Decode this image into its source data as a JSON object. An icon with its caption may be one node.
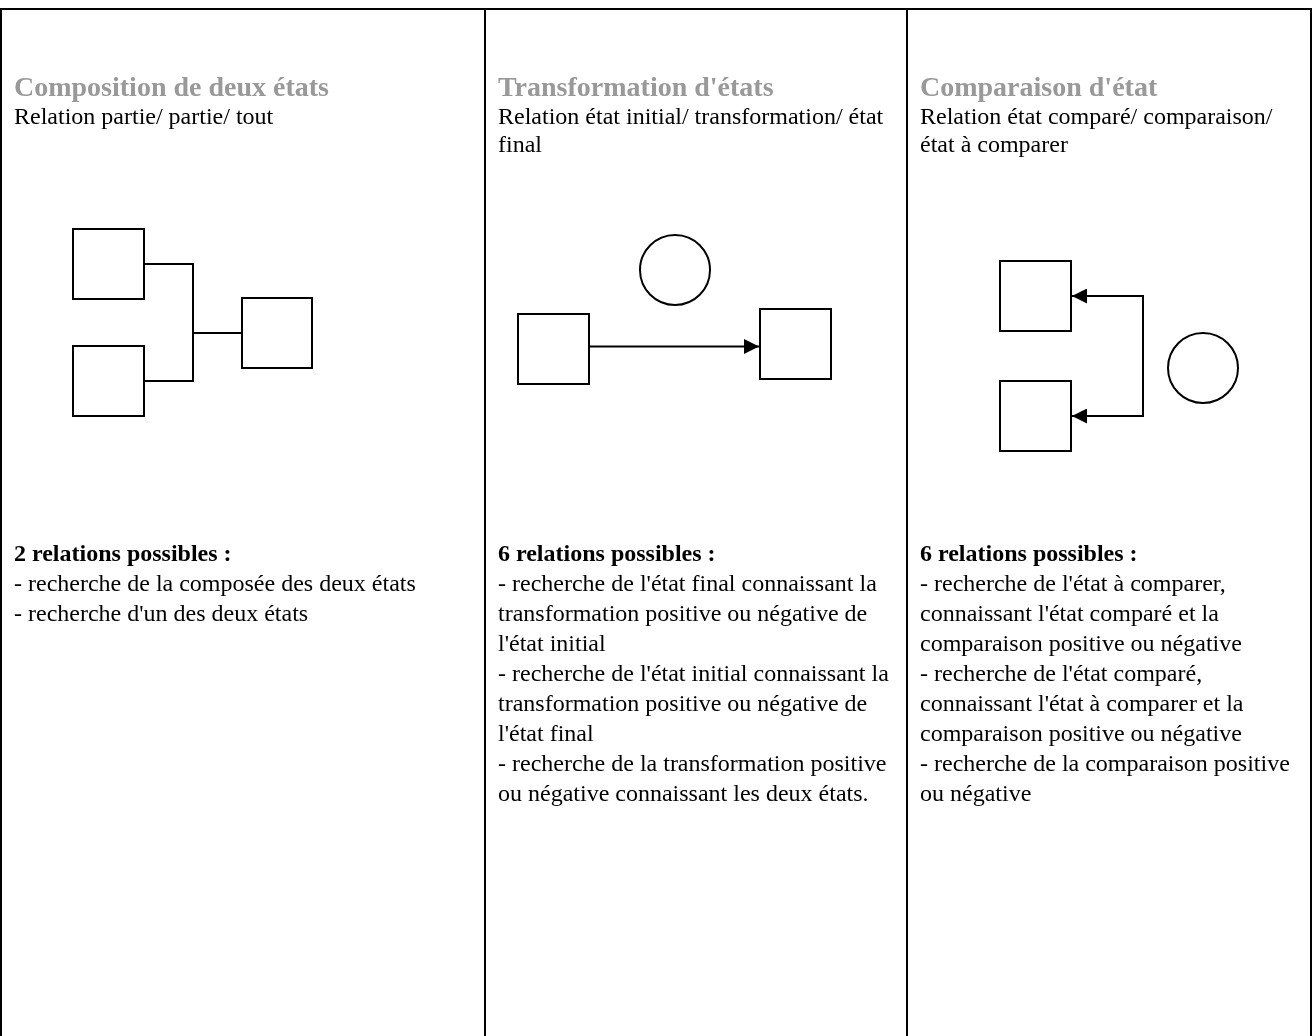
{
  "diagram": {
    "nodes": [
      {
        "text": [
          "Composition de deux états",
          "Relation partie/ partie/ tout",
          "2 relations possibles :",
          "- recherche de la composée des deux états",
          "- recherche d'un des deux états"
        ]
      },
      {
        "text": [],
        "shape": "box",
        "in": 0
      },
      {
        "text": [],
        "shape": "box",
        "in": 0
      },
      {
        "text": [],
        "shape": "box",
        "in": 0
      },
      {
        "text": [
          "Transformation d'états",
          "Relation état initial/ transformation/ état final",
          "6 relations possibles :",
          "- recherche de l'état final connaissant la transformation positive ou négative de l'état initial",
          "- recherche de l'état initial connaissant la transformation positive ou négative de l'état final",
          "- recherche de la transformation positive ou négative connaissant les deux états."
        ]
      },
      {
        "text": [],
        "shape": "box",
        "in": 4
      },
      {
        "text": [],
        "shape": "circle",
        "in": 4
      },
      {
        "text": [],
        "shape": "box",
        "in": 4
      },
      {
        "text": [
          "Comparaison d'état",
          "Relation état comparé/ comparaison/ état à comparer",
          "6 relations possibles :",
          "- recherche de l'état à comparer, connaissant l'état comparé et la comparaison positive ou négative",
          "- recherche de l'état comparé, connaissant l'état à comparer et la comparaison positive ou négative",
          "- recherche de la comparaison positive ou négative"
        ]
      },
      {
        "text": [],
        "shape": "box",
        "in": 8
      },
      {
        "text": [],
        "shape": "box",
        "in": 8
      },
      {
        "text": [],
        "shape": "circle",
        "in": 8
      }
    ],
    "edges": [
      {
        "from": 1,
        "to": 3,
        "arrow": "none"
      },
      {
        "from": 2,
        "to": 3,
        "arrow": "none"
      },
      {
        "from": 5,
        "to": 7,
        "arrow": "to"
      },
      {
        "from": 9,
        "to": 10,
        "arrow": "both"
      }
    ]
  }
}
